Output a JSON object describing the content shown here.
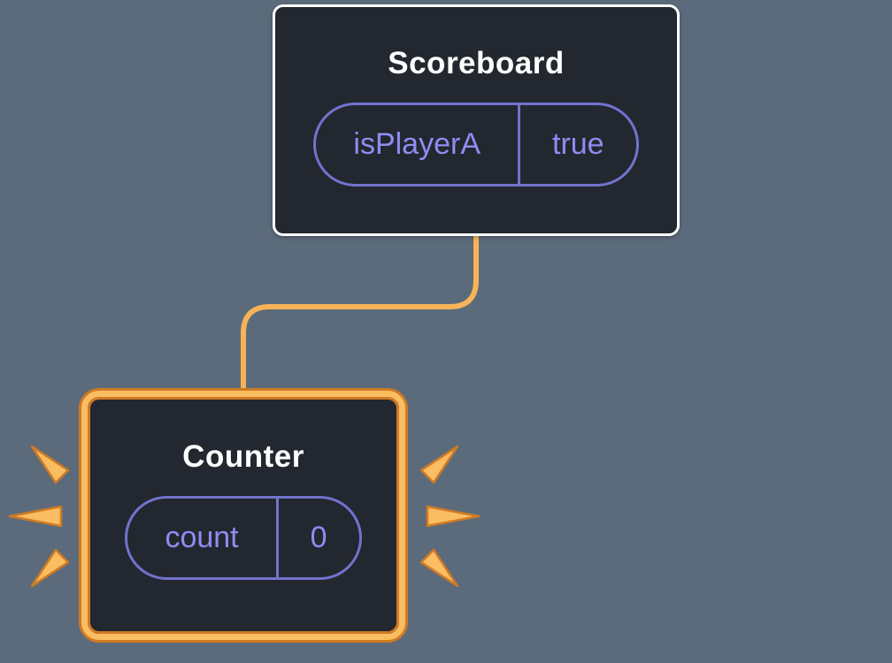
{
  "diagram": {
    "nodes": [
      {
        "id": "scoreboard",
        "title": "Scoreboard",
        "state": {
          "key": "isPlayerA",
          "value": "true"
        },
        "highlighted": false
      },
      {
        "id": "counter",
        "title": "Counter",
        "state": {
          "key": "count",
          "value": "0"
        },
        "highlighted": true
      }
    ],
    "edge": {
      "from": "scoreboard",
      "to": "counter"
    }
  },
  "colors": {
    "bg": "#5b6b7b",
    "node-bg": "#23272f",
    "node-border": "#ffffff",
    "purple-border": "#7173cf",
    "purple-text": "#8d8df2",
    "orange": "#fbbd62",
    "orange-dark": "#cf7a24",
    "connector": "#f8b358",
    "title": "#ffffff"
  }
}
